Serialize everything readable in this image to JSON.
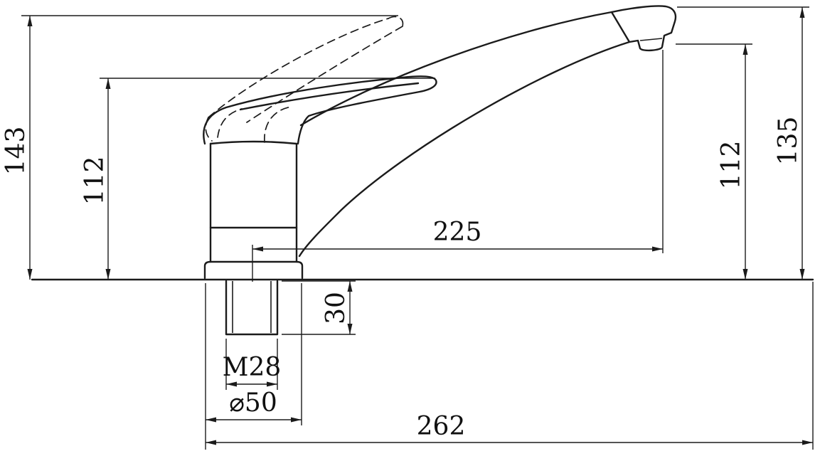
{
  "drawing": {
    "background": "#ffffff",
    "line_color": "#1b1b1b",
    "labels": {
      "height_total": "143",
      "height_body": "112",
      "height_spout_outlet": "112",
      "height_max": "135",
      "spout_reach": "225",
      "shank_length": "30",
      "thread_size": "M28",
      "base_diameter": "⌀50",
      "length_total": "262"
    }
  }
}
